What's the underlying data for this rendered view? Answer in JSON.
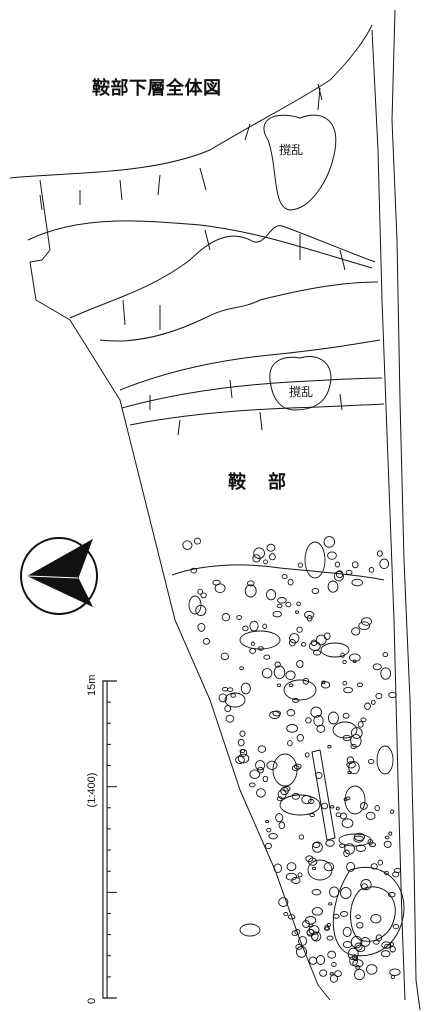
{
  "title": "鞍部下層全体図",
  "labels": {
    "disturbance_upper": "撹乱",
    "disturbance_lower": "撹乱",
    "area_char1": "鞍",
    "area_char2": "部"
  },
  "scale_bar": {
    "ratio": "(1:400)",
    "min_label": "0",
    "max_label": "15m"
  },
  "north_arrow": {
    "icon": "north-arrow-icon"
  },
  "colors": {
    "ink": "#111111",
    "background": "#ffffff"
  }
}
